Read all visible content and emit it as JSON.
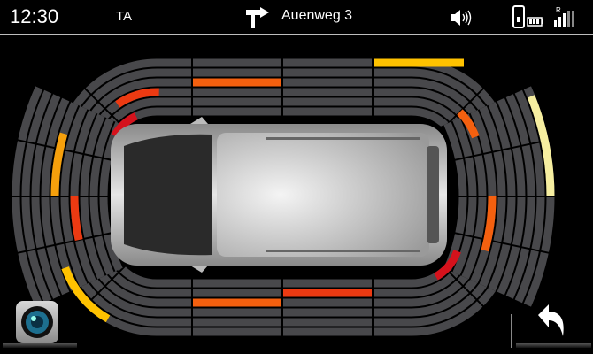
{
  "status_bar": {
    "time": "12:30",
    "traffic_announcement": "TA",
    "nav_icon": "turn-right-arrow-icon",
    "street": "Auenweg 3",
    "volume_icon": "speaker-icon",
    "phone_icon": "phone-icon",
    "battery_icon": "battery-icon",
    "roaming_label": "R",
    "signal_icon": "signal-bars-icon"
  },
  "colors": {
    "ring": "#48484b",
    "red": "#d5121c",
    "red_orange": "#ec3a12",
    "orange": "#f4600f",
    "amber": "#f6a00c",
    "yellow": "#ffc200",
    "pale_yellow": "#f6eea0"
  },
  "sensor_zones": [
    {
      "name": "front-left-center",
      "ring": 2,
      "color": "orange"
    },
    {
      "name": "front-right-center",
      "ring": 0,
      "color": "yellow"
    },
    {
      "name": "front-left-corner-far",
      "ring": 3,
      "color": "red_orange"
    },
    {
      "name": "front-left-corner-near",
      "ring": 5,
      "color": "red"
    },
    {
      "name": "front-right-corner",
      "ring": 3,
      "color": "orange"
    },
    {
      "name": "left-side-front",
      "ring": 6,
      "color": "red_orange"
    },
    {
      "name": "left-side-rear",
      "ring": 4,
      "color": "amber"
    },
    {
      "name": "rear-left-corner",
      "ring": 0,
      "color": "yellow"
    },
    {
      "name": "right-side-front",
      "ring": 0,
      "color": "pale_yellow"
    },
    {
      "name": "right-side-rear",
      "ring": 6,
      "color": "orange"
    },
    {
      "name": "rear-left-center",
      "ring": 3,
      "color": "orange"
    },
    {
      "name": "rear-right-center",
      "ring": 4,
      "color": "red_orange"
    },
    {
      "name": "rear-right-corner",
      "ring": 5,
      "color": "red"
    }
  ],
  "buttons": {
    "camera": "camera-icon",
    "back": "back-arrow-icon"
  }
}
